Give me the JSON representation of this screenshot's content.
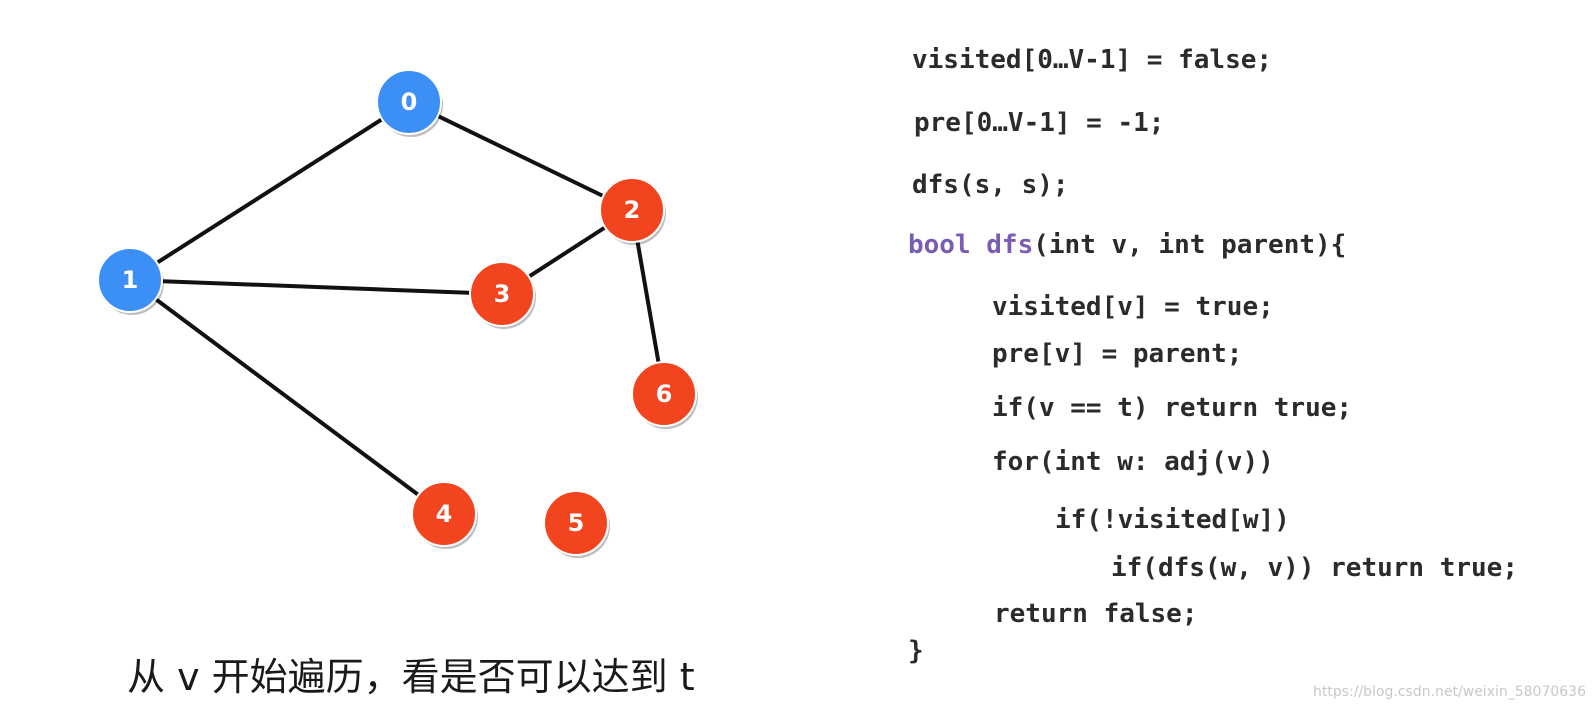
{
  "graph": {
    "nodes": [
      {
        "id": "0",
        "label": "0",
        "color": "#3b8ff5"
      },
      {
        "id": "1",
        "label": "1",
        "color": "#3b8ff5"
      },
      {
        "id": "2",
        "label": "2",
        "color": "#f2441e"
      },
      {
        "id": "3",
        "label": "3",
        "color": "#f2441e"
      },
      {
        "id": "4",
        "label": "4",
        "color": "#f2441e"
      },
      {
        "id": "5",
        "label": "5",
        "color": "#f2441e"
      },
      {
        "id": "6",
        "label": "6",
        "color": "#f2441e"
      }
    ],
    "edges": [
      [
        "0",
        "1"
      ],
      [
        "0",
        "2"
      ],
      [
        "1",
        "3"
      ],
      [
        "2",
        "3"
      ],
      [
        "2",
        "6"
      ],
      [
        "1",
        "4"
      ]
    ]
  },
  "code": {
    "line1": "visited[0…V-1] = false;",
    "line2": "pre[0…V-1] = -1;",
    "line3": "dfs(s, s);",
    "line4_kw1": "bool",
    "line4_kw2": "dfs",
    "line4_rest": "(int v, int parent){",
    "line5": "visited[v] = true;",
    "line6": "pre[v] = parent;",
    "line7": "if(v == t) return true;",
    "line8": "for(int w: adj(v))",
    "line9": "if(!visited[w])",
    "line10": "if(dfs(w, v)) return true;",
    "line11": "return false;",
    "line12": "}"
  },
  "caption": "从 v 开始遍历，看是否可以达到 t",
  "watermark": "https://blog.csdn.net/weixin_58070636"
}
